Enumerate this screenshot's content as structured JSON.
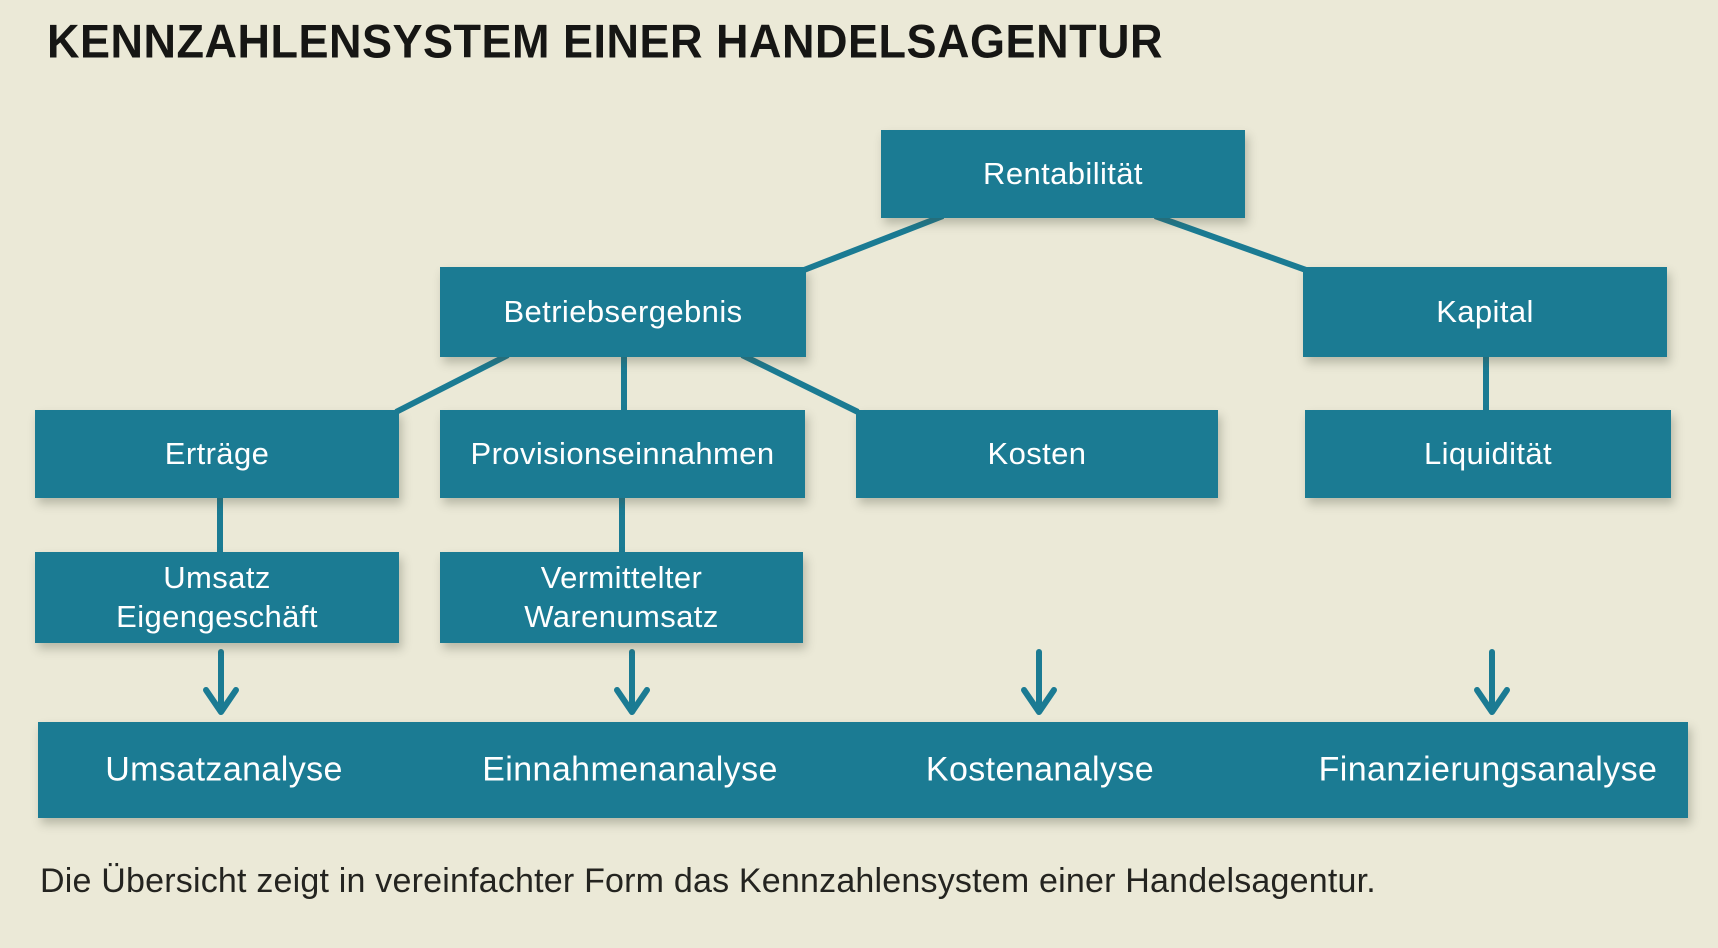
{
  "title": "KENNZAHLENSYSTEM EINER HANDELSAGENTUR",
  "caption": "Die Übersicht zeigt in vereinfachter Form das Kennzahlensystem einer Handelsagentur.",
  "colors": {
    "background": "#ebe9d7",
    "node_fill": "#1b7b93",
    "node_text": "#ffffff",
    "connector": "#1b7b93",
    "title_text": "#161614",
    "caption_text": "#242420"
  },
  "nodes": {
    "rentabilitaet": {
      "label": "Rentabilität"
    },
    "betriebsergebnis": {
      "label": "Betriebsergebnis"
    },
    "kapital": {
      "label": "Kapital"
    },
    "ertraege": {
      "label": "Erträge"
    },
    "provisionseinnahmen": {
      "label": "Provisionseinnahmen"
    },
    "kosten": {
      "label": "Kosten"
    },
    "liquiditaet": {
      "label": "Liquidität"
    },
    "umsatz_eigengeschaeft": {
      "line1": "Umsatz",
      "line2": "Eigengeschäft"
    },
    "vermittelter_warenumsatz": {
      "line1": "Vermittelter",
      "line2": "Warenumsatz"
    }
  },
  "analysis_bar": {
    "items": [
      "Umsatzanalyse",
      "Einnahmenanalyse",
      "Kostenanalyse",
      "Finanzierungsanalyse"
    ]
  }
}
